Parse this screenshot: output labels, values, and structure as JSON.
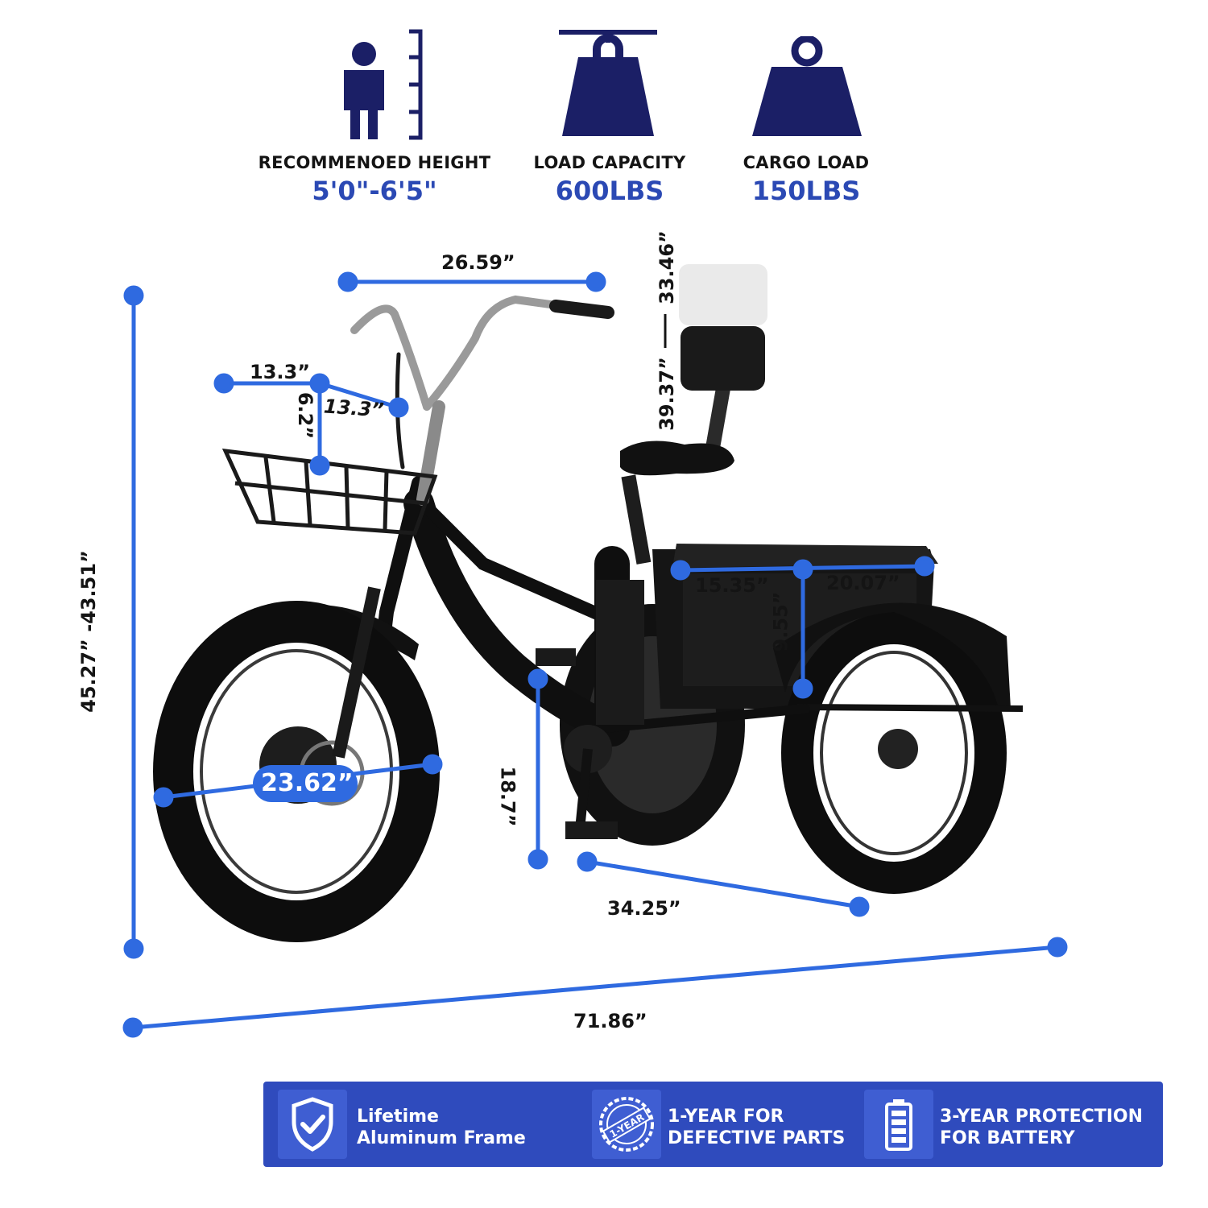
{
  "specs": [
    {
      "icon": "person-height-icon",
      "label": "RECOMMENOED HEIGHT",
      "value": "5'0\"-6'5\""
    },
    {
      "icon": "load-weight-icon",
      "label": "LOAD CAPACITY",
      "value": "600LBS"
    },
    {
      "icon": "cargo-weight-icon",
      "label": "CARGO LOAD",
      "value": "150LBS"
    }
  ],
  "dimensions": {
    "handlebar_width": "26.59”",
    "seat_height_max": "33.46”",
    "seat_height_min": "39.37”",
    "stem_reach": "13.3”",
    "stem_offset": "13.3”",
    "basket_height": "6.2”",
    "overall_height": "45.27” -43.51”",
    "wheel_diameter": "23.62”",
    "cargo_length": "15.35”",
    "cargo_width": "20.07”",
    "cargo_height": "9.55”",
    "step_height": "18.7”",
    "rear_track": "34.25”",
    "overall_length": "71.86”"
  },
  "banner": [
    {
      "icon": "shield-check-icon",
      "line1": "Lifetime",
      "line2": "Aluminum Frame"
    },
    {
      "icon": "one-year-badge-icon",
      "badge_text": "1-YEAR",
      "line1": "1-YEAR FOR",
      "line2": "DEFECTIVE PARTS"
    },
    {
      "icon": "battery-icon",
      "line1": "3-YEAR PROTECTION",
      "line2": "FOR BATTERY"
    }
  ],
  "colors": {
    "accent": "#2b49b4",
    "line": "#2f6ae0",
    "banner": "#2f4bbd"
  }
}
